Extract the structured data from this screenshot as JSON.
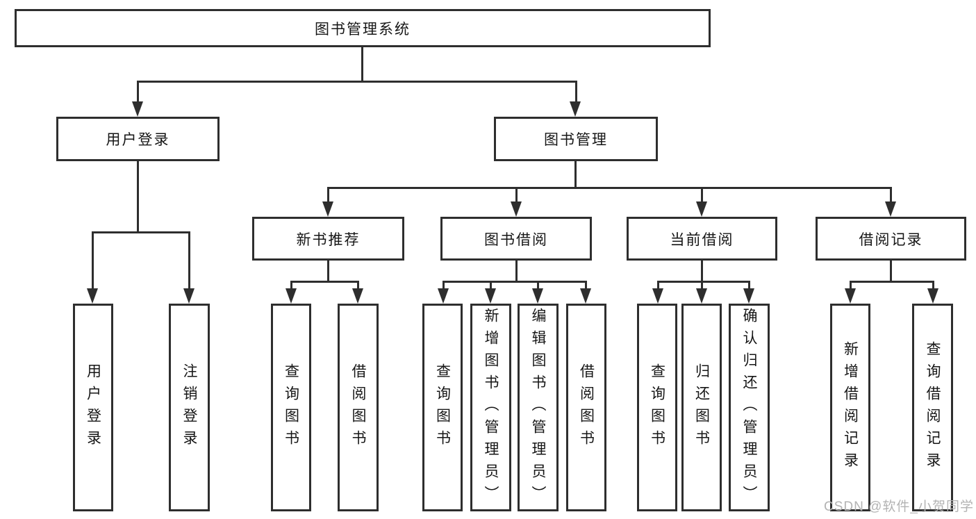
{
  "diagram": {
    "root": {
      "label": "图书管理系统"
    },
    "level2": [
      {
        "label": "用户登录"
      },
      {
        "label": "图书管理"
      }
    ],
    "level3": [
      {
        "label": "新书推荐"
      },
      {
        "label": "图书借阅"
      },
      {
        "label": "当前借阅"
      },
      {
        "label": "借阅记录"
      }
    ],
    "leaves": [
      {
        "label": "用户登录"
      },
      {
        "label": "注销登录"
      },
      {
        "label": "查询图书"
      },
      {
        "label": "借阅图书"
      },
      {
        "label": "查询图书"
      },
      {
        "label": "新增图书（管理员）"
      },
      {
        "label": "编辑图书（管理员）"
      },
      {
        "label": "借阅图书"
      },
      {
        "label": "查询图书"
      },
      {
        "label": "归还图书"
      },
      {
        "label": "确认归还（管理员）"
      },
      {
        "label": "新增借阅记录"
      },
      {
        "label": "查询借阅记录"
      }
    ]
  },
  "watermark": {
    "text": "CSDN @软件_小贺同学"
  },
  "colors": {
    "line": "#2e2e2e",
    "text": "#161616",
    "background": "#ffffff",
    "watermark": "#b3b3b3"
  }
}
